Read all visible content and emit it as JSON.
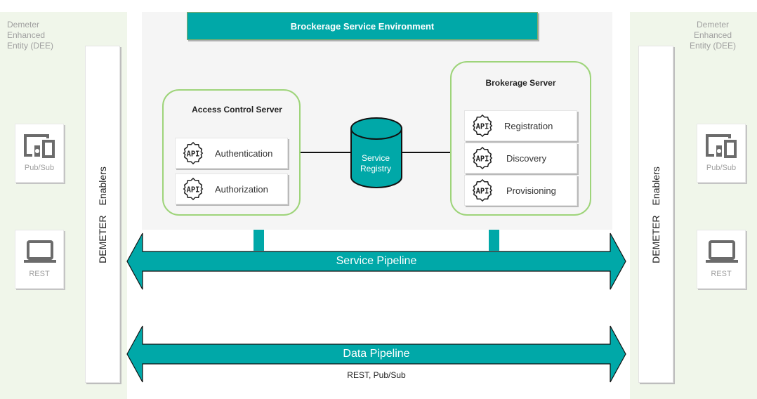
{
  "environment": {
    "title": "Brockerage Service Environment"
  },
  "dee_left": {
    "title_lines": [
      "Demeter",
      "Enhanced",
      "Entity (DEE)"
    ],
    "enablers": [
      "DEMETER",
      "Enablers"
    ],
    "tiles": [
      {
        "icon": "devices-icon",
        "label": "Pub/Sub"
      },
      {
        "icon": "laptop-icon",
        "label": "REST"
      }
    ]
  },
  "dee_right": {
    "title_lines": [
      "Demeter",
      "Enhanced",
      "Entity (DEE)"
    ],
    "enablers": [
      "DEMETER",
      "Enablers"
    ],
    "tiles": [
      {
        "icon": "devices-icon",
        "label": "Pub/Sub"
      },
      {
        "icon": "laptop-icon",
        "label": "REST"
      }
    ]
  },
  "access_control_server": {
    "title": "Access Control Server",
    "apis": [
      {
        "icon": "api-gear-icon",
        "label": "Authentication"
      },
      {
        "icon": "api-gear-icon",
        "label": "Authorization"
      }
    ]
  },
  "brokerage_server": {
    "title": "Brokerage Server",
    "apis": [
      {
        "icon": "api-gear-icon",
        "label": "Registration"
      },
      {
        "icon": "api-gear-icon",
        "label": "Discovery"
      },
      {
        "icon": "api-gear-icon",
        "label": "Provisioning"
      }
    ]
  },
  "service_registry": {
    "label_lines": [
      "Service",
      "Registry"
    ]
  },
  "pipelines": [
    {
      "label": "Service Pipeline",
      "sublabel": ""
    },
    {
      "label": "Data Pipeline",
      "sublabel": "REST, Pub/Sub"
    }
  ],
  "colors": {
    "teal": "#00a8a8",
    "server_border": "#9ed47a",
    "dee_background": "#f0f6ea",
    "environment_background": "#f5f5f5"
  }
}
